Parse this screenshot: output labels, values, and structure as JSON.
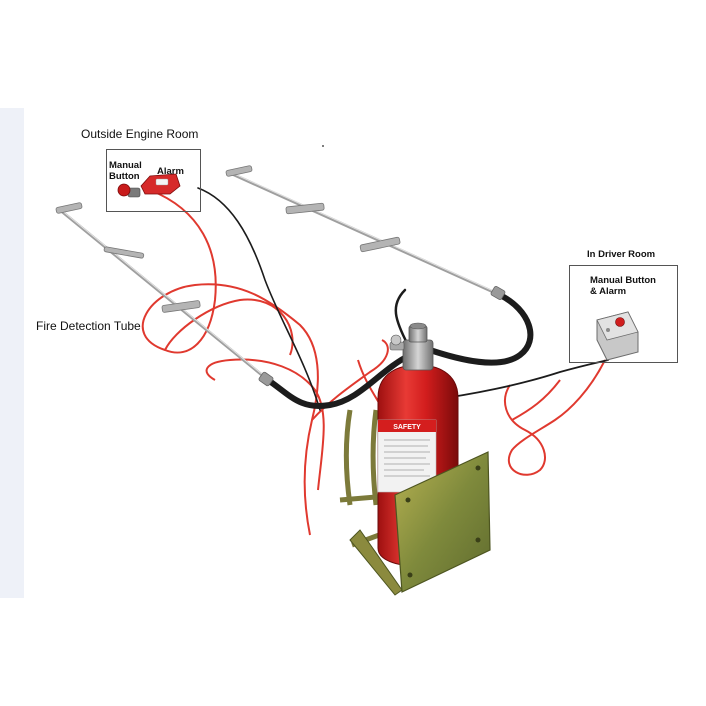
{
  "labels": {
    "outside_engine_room": "Outside Engine Room",
    "manual_button": "Manual Button",
    "alarm": "Alarm",
    "fire_detection_tube": "Fire Detection Tube",
    "in_driver_room": "In Driver Room",
    "manual_button_and_alarm": "Manual Button & Alarm"
  },
  "extinguisher": {
    "label_text": "SAFETY"
  },
  "colors": {
    "tube_red": "#e0392f",
    "hose_black": "#1c1c1c",
    "cylinder_red": "#d41e1e",
    "bracket_olive": "#8a8f3a",
    "pipe_steel": "#a8a8a8"
  }
}
